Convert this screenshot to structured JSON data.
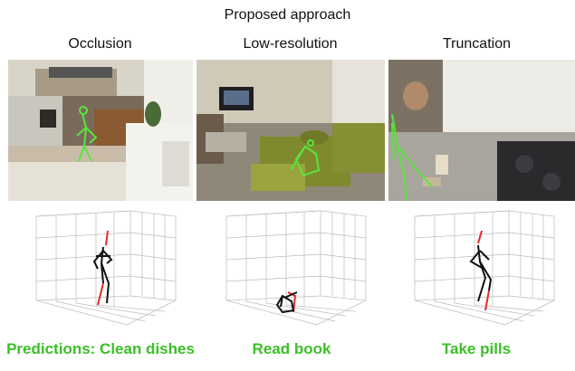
{
  "title": "Proposed approach",
  "columns": [
    {
      "heading": "Occlusion",
      "caption": "Predictions: Clean dishes"
    },
    {
      "heading": "Low-resolution",
      "caption": "Read book"
    },
    {
      "heading": "Truncation",
      "caption": "Take pills"
    }
  ],
  "colors": {
    "caption_green": "#3bbf26",
    "skeleton_2d": "#58e63a",
    "skeleton_3d_main": "#111111",
    "skeleton_3d_accent": "#e8272a"
  }
}
